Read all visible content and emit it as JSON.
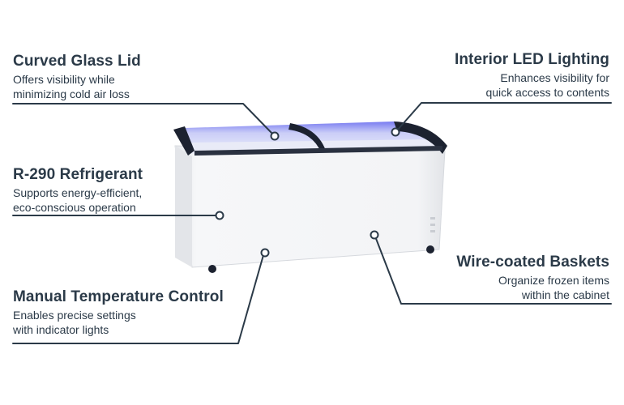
{
  "features": {
    "lid": {
      "title": "Curved Glass Lid",
      "desc": "Offers visibility while\nminimizing cold air loss"
    },
    "led": {
      "title": "Interior LED Lighting",
      "desc": "Enhances visibility for\nquick access to contents"
    },
    "refrigerant": {
      "title": "R-290 Refrigerant",
      "desc": "Supports energy-efficient,\neco-conscious operation"
    },
    "temp": {
      "title": "Manual Temperature Control",
      "desc": "Enables precise settings\nwith indicator lights"
    },
    "baskets": {
      "title": "Wire-coated Baskets",
      "desc": "Organize frozen items\nwithin the cabinet"
    }
  },
  "colors": {
    "text": "#2b3a48",
    "line": "#2b3a48",
    "cabinet": "#f1f3f5",
    "trim": "#1c2230",
    "led": "#3f4ee0"
  }
}
